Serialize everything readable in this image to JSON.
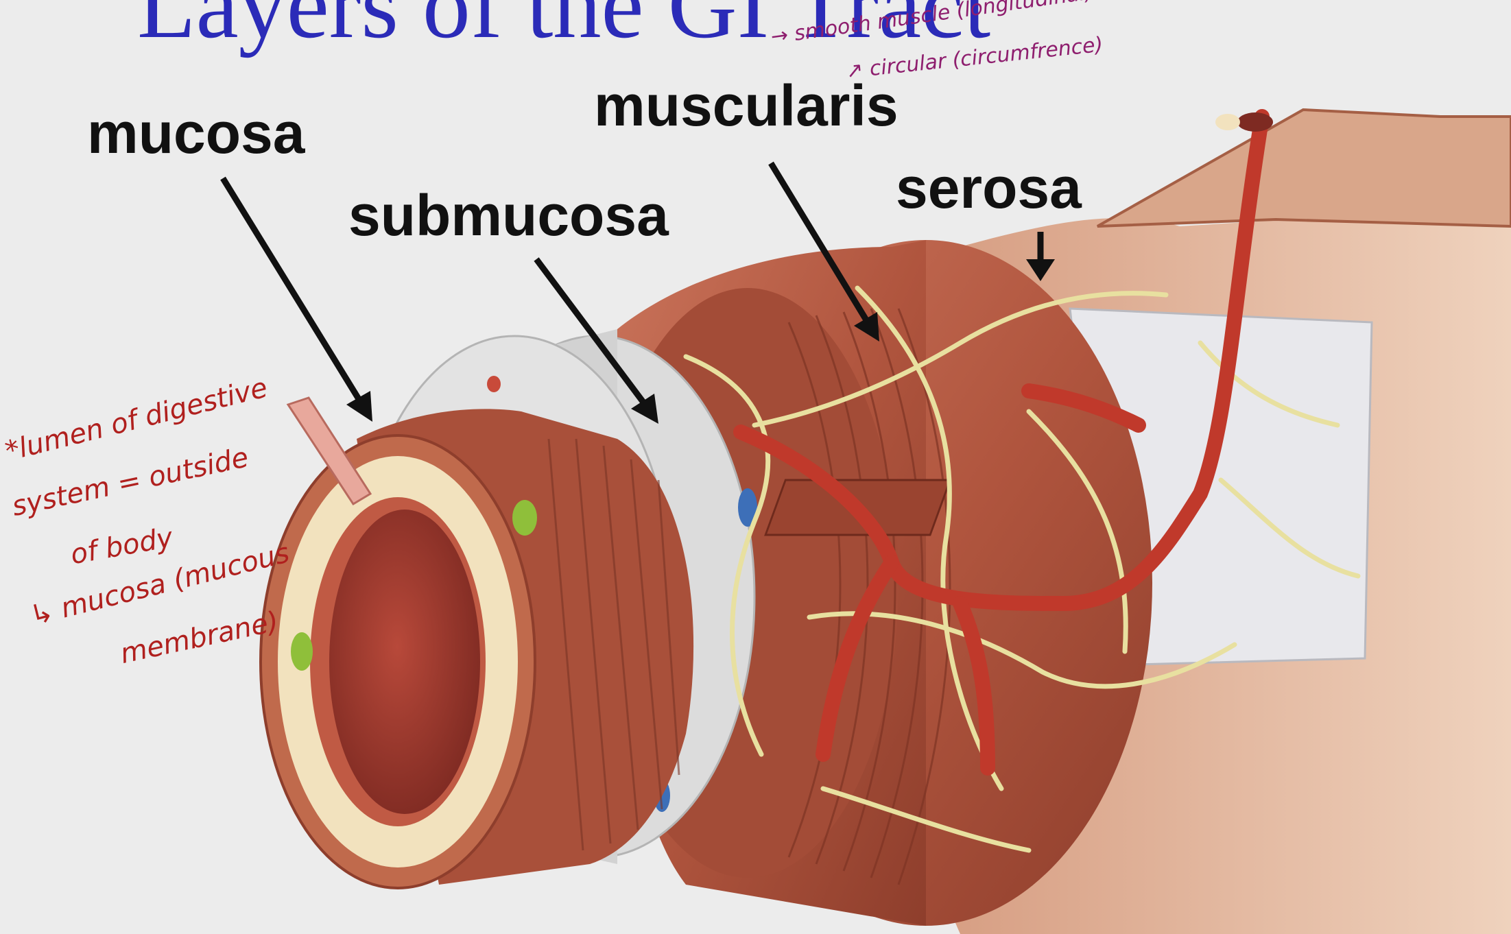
{
  "title": "Layers of the GI Tract",
  "labels": {
    "mucosa": "mucosa",
    "submucosa": "submucosa",
    "muscularis": "muscularis",
    "serosa": "serosa"
  },
  "annotations": {
    "smooth_muscle": "→ smooth muscle (longitudinal)",
    "circular": "↗ circular (circumfrence)",
    "lumen_line1": "*lumen of digestive",
    "lumen_line2": "system = outside",
    "lumen_line3": "of body",
    "lumen_line4": "↳ mucosa (mucous",
    "lumen_line5": "membrane)"
  },
  "colors": {
    "title": "#2b2bb8",
    "annotation_red": "#b0201e",
    "annotation_purple": "#8e1e6e",
    "muscle": "#b8614a",
    "artery": "#c0392b",
    "nerve": "#e8e0a0",
    "submucosa": "#dcdcdc"
  }
}
